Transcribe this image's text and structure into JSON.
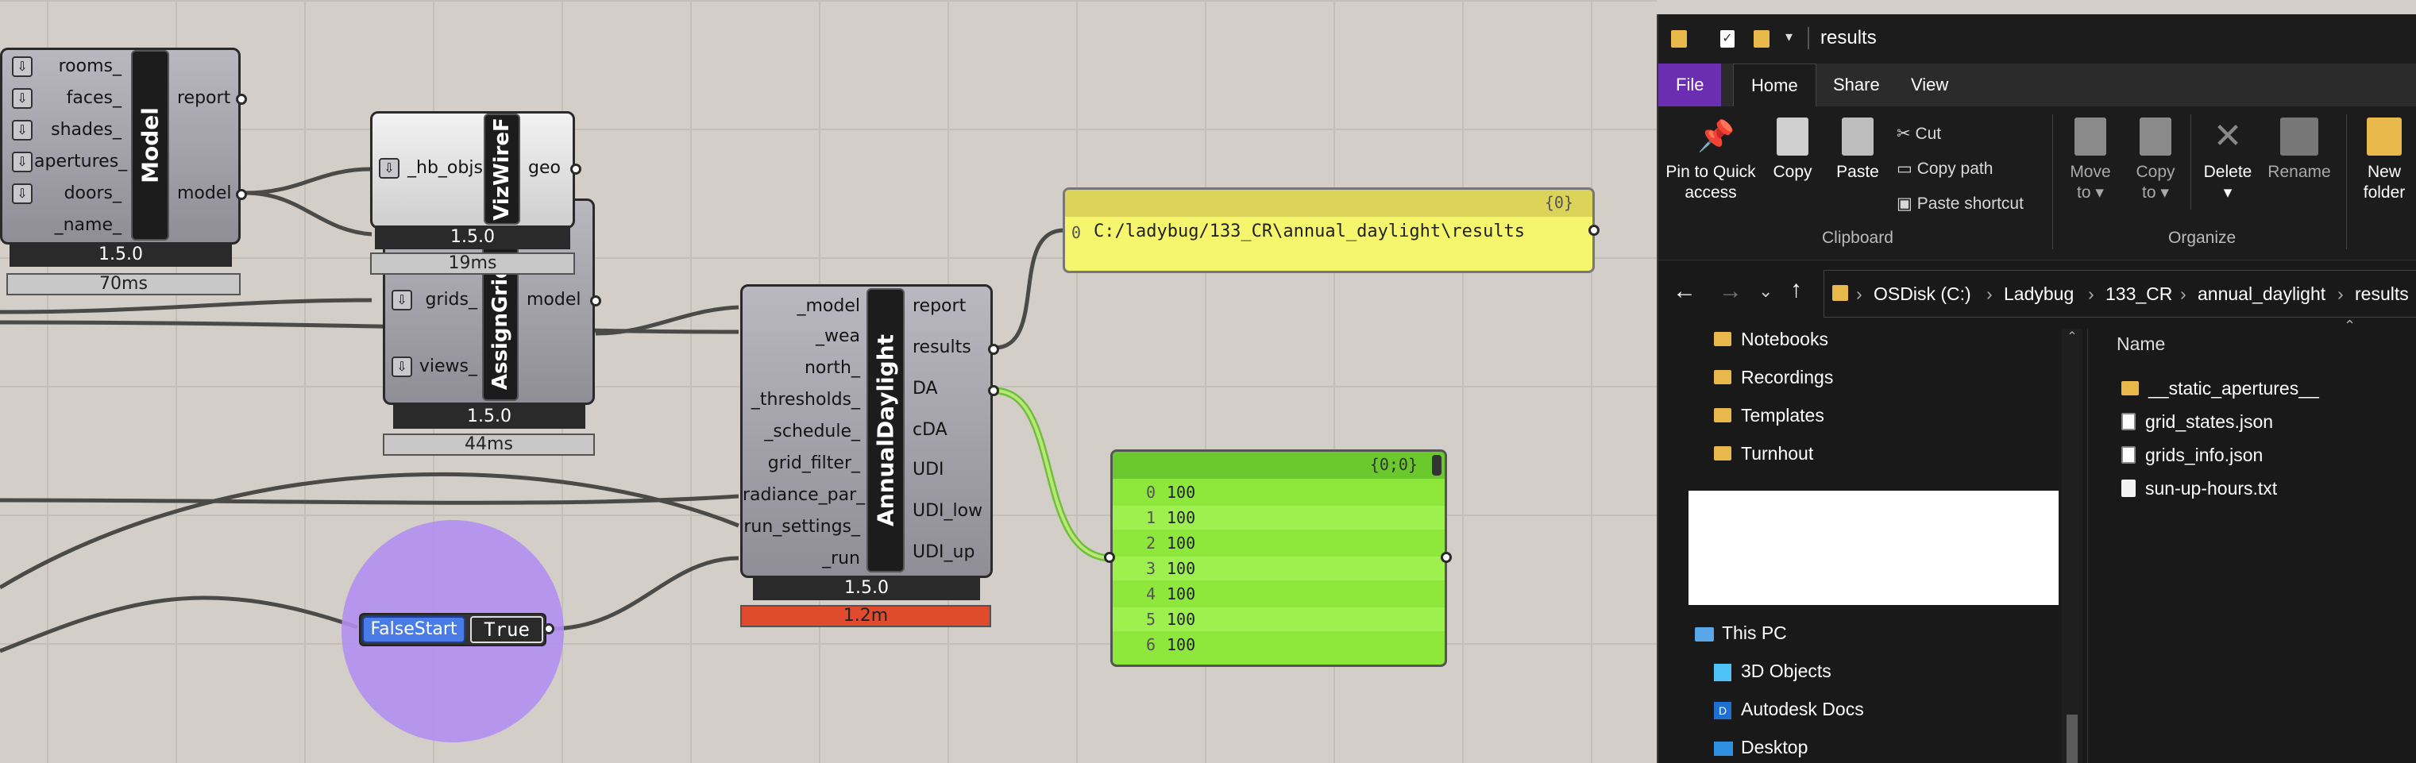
{
  "canvas": {
    "model": {
      "inputs": [
        "rooms_",
        "faces_",
        "shades_",
        "apertures_",
        "doors_",
        "_name_"
      ],
      "output": "model",
      "report": "report",
      "title": "Model",
      "version": "1.5.0",
      "time": "70ms"
    },
    "vizwire": {
      "input": "_hb_objs",
      "output": "geo",
      "title": "VizWireF",
      "version": "1.5.0",
      "time": "19ms"
    },
    "assign": {
      "inputs": [
        "grids_",
        "views_"
      ],
      "output": "model",
      "title": "AssignGrids",
      "version": "1.5.0",
      "time": "44ms"
    },
    "annual": {
      "inputs": [
        "_model",
        "_wea",
        "north_",
        "_thresholds_",
        "_schedule_",
        "grid_filter_",
        "radiance_par_",
        "run_settings_",
        "_run"
      ],
      "outputs": [
        "report",
        "results",
        "DA",
        "cDA",
        "UDI",
        "UDI_low",
        "UDI_up"
      ],
      "title": "AnnualDaylight",
      "version": "1.5.0",
      "time": "1.2m"
    },
    "panel_path": {
      "header": "{0}",
      "index": "0",
      "value": "C:/ladybug/133_CR\\annual_daylight\\results"
    },
    "panel_da": {
      "header": "{0;0}",
      "rows": [
        {
          "i": "0",
          "v": "100"
        },
        {
          "i": "1",
          "v": "100"
        },
        {
          "i": "2",
          "v": "100"
        },
        {
          "i": "3",
          "v": "100"
        },
        {
          "i": "4",
          "v": "100"
        },
        {
          "i": "5",
          "v": "100"
        },
        {
          "i": "6",
          "v": "100"
        }
      ]
    },
    "toggle": {
      "label": "FalseStart",
      "value": "True"
    }
  },
  "explorer": {
    "title": "results",
    "tabs": [
      "File",
      "Home",
      "Share",
      "View"
    ],
    "ribbon": {
      "pin": "Pin to Quick access",
      "copy": "Copy",
      "paste": "Paste",
      "cut": "Cut",
      "copy_path": "Copy path",
      "paste_shortcut": "Paste shortcut",
      "clipboard": "Clipboard",
      "move_to": "Move to",
      "copy_to": "Copy to",
      "delete": "Delete",
      "rename": "Rename",
      "organize": "Organize",
      "new_folder": "New folder"
    },
    "breadcrumb": [
      "OSDisk (C:)",
      "Ladybug",
      "133_CR",
      "annual_daylight",
      "results"
    ],
    "nav_items": [
      "Notebooks",
      "Recordings",
      "Templates",
      "Turnhout"
    ],
    "this_pc": "This PC",
    "pc_items": [
      "3D Objects",
      "Autodesk Docs",
      "Desktop"
    ],
    "column_name": "Name",
    "files": [
      "__static_apertures__",
      "grid_states.json",
      "grids_info.json",
      "sun-up-hours.txt"
    ]
  },
  "colors": {
    "file_tab": "#6b2eb0",
    "panel_yellow": "#f6f56e",
    "panel_green": "#8ee83b",
    "error_bar": "#e04a2d",
    "toggle_circle": "#b38ff0"
  }
}
